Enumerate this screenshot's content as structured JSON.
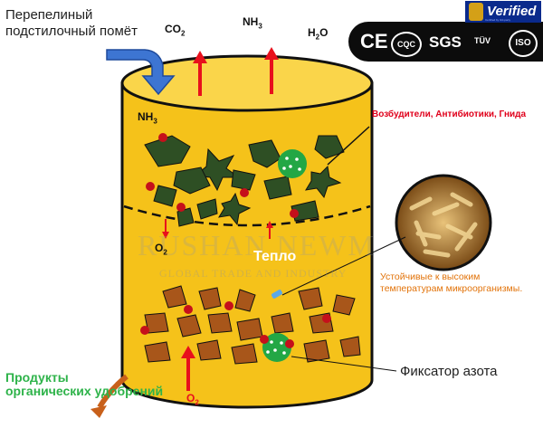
{
  "input": {
    "line1": "Перепелиный",
    "line2": "подстилочный помёт"
  },
  "gases_top": {
    "co2": "CO",
    "co2_sub": "2",
    "nh3": "NH",
    "nh3_sub": "3",
    "h2o": "H",
    "h2o_sub": "2",
    "h2o_tail": "O"
  },
  "nh3_side": {
    "main": "NH",
    "sub": "3"
  },
  "pathogens_label": "Возбудители, Антибиотики, Гнида",
  "heat_label": "Тепло",
  "o2_inner": {
    "main": "O",
    "sub": "2"
  },
  "o2_bottom": {
    "main": "O",
    "sub": "2"
  },
  "heat_stable_label": "Устойчивые к высоким температурам микроорганизмы.",
  "nitrogen_fixator_label": "Фиксатор азота",
  "product": {
    "line1": "Продукты",
    "line2": "органических удобрений"
  },
  "watermark": {
    "main": "RUSHAN NEWM",
    "sub": "GLOBAL TRADE AND INDUSTRY"
  },
  "certifications": [
    "CE",
    "CQC",
    "SGS",
    "TÜV",
    "ISO"
  ],
  "verified": {
    "label": "Verified",
    "fine": "Certified by 3rd-party"
  },
  "colors": {
    "tank_fill": "#f5c21a",
    "tank_top": "#fad54a",
    "tank_outline": "#111111",
    "chunk_green": "#2e4f24",
    "chunk_brown": "#a8561a",
    "arrow_red": "#e8101c",
    "arrow_blue": "#3d75d2",
    "fixator_green": "#23a745",
    "heat_stable_orange": "#e2730a",
    "product_green": "#2eb34a"
  }
}
